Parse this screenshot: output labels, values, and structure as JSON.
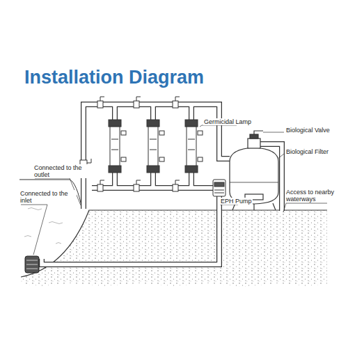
{
  "diagram": {
    "title": "Installation Diagram",
    "labels": [
      "Germicidal Lamp",
      "Biological Valve",
      "Biological Filter",
      "Connected to the outlet",
      "Connected to the inlet",
      "EPH Pump",
      "Access to nearby waterways"
    ]
  }
}
